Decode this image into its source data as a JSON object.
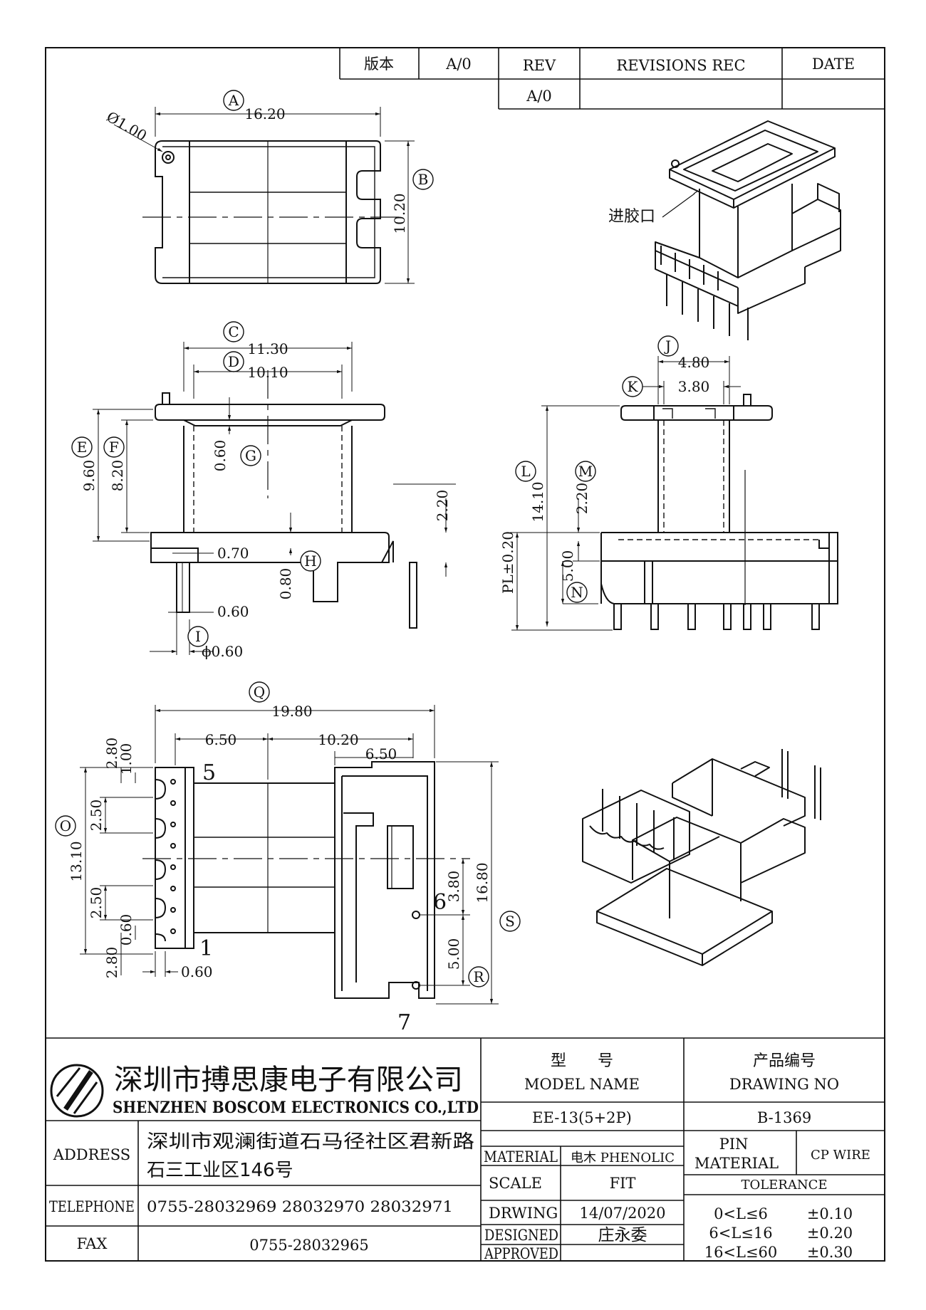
{
  "revision_table": {
    "version_label": "版本",
    "version_value": "A/0",
    "rev_header": "REV",
    "revisions_header": "REVISIONS REC",
    "date_header": "DATE",
    "rev_value": "A/0"
  },
  "callouts": [
    "A",
    "B",
    "C",
    "D",
    "E",
    "F",
    "G",
    "H",
    "I",
    "J",
    "K",
    "L",
    "M",
    "N",
    "O",
    "Q",
    "R",
    "S"
  ],
  "dimensions": {
    "top_view_width": "16.20",
    "top_view_height": "10.20",
    "hole_dia": "Ø1.00",
    "front_outer": "11.30",
    "front_inner": "10.10",
    "front_total_h": "9.60",
    "front_flange_h": "8.20",
    "front_wall": "0.60",
    "front_base_h": "2.20",
    "front_pin_offset": "0.70",
    "front_base_t": "0.80",
    "front_pin_w": "0.60",
    "front_pin_dia": "ϕ0.60",
    "side_outer": "4.80",
    "side_inner": "3.80",
    "side_total_h": "14.10",
    "side_base": "2.20",
    "side_pin_len": "5.00",
    "side_pl": "PL±0.20",
    "bottom_total_w": "19.80",
    "bottom_left": "6.50",
    "bottom_mid": "10.20",
    "bottom_right": "6.50",
    "bottom_total_h": "13.10",
    "bottom_pitch1": "2.50",
    "bottom_pitch2": "2.50",
    "bottom_top_off": "2.80",
    "bottom_top_slot": "1.00",
    "bottom_bot_off": "2.80",
    "bottom_slot": "0.60",
    "bottom_pin_w": "0.60",
    "bottom_right_pitch": "3.80",
    "bottom_right_off": "5.00",
    "bottom_overall_h": "16.80"
  },
  "pin_labels": {
    "p5": "5",
    "p1": "1",
    "p6": "6",
    "p7": "7"
  },
  "iso_note": "进胶口",
  "title_block": {
    "company_cn": "深圳市搏思康电子有限公司",
    "company_en": "SHENZHEN BOSCOM ELECTRONICS CO.,LTD",
    "model_cn": "型　　号",
    "model_en": "MODEL NAME",
    "drawing_cn": "产品编号",
    "drawing_en": "DRAWING NO",
    "model_value": "EE-13(5+2P)",
    "drawing_value": "B-1369",
    "address_label": "ADDRESS",
    "address_line1": "深圳市观澜街道石马径社区君新路",
    "address_line2": "石三工业区146号",
    "telephone_label": "TELEPHONE",
    "telephone_value": "0755-28032969 28032970 28032971",
    "fax_label": "FAX",
    "fax_value": "0755-28032965",
    "material_label": "MATERIAL",
    "material_value": "电木 PHENOLIC",
    "pin_material_label_1": "PIN",
    "pin_material_label_2": "MATERIAL",
    "pin_material_value": "CP WIRE",
    "scale_label": "SCALE",
    "scale_value": "FIT",
    "tolerance_label": "TOLERANCE",
    "drawing_label": "DRWING",
    "drawing_date": "14/07/2020",
    "designed_label": "DESIGNED",
    "designed_value": "庄永委",
    "approved_label": "APPROVED",
    "approved_value": "",
    "tolerances": [
      {
        "range": "0<L≤6",
        "value": "±0.10"
      },
      {
        "range": "6<L≤16",
        "value": "±0.20"
      },
      {
        "range": "16<L≤60",
        "value": "±0.30"
      }
    ]
  }
}
